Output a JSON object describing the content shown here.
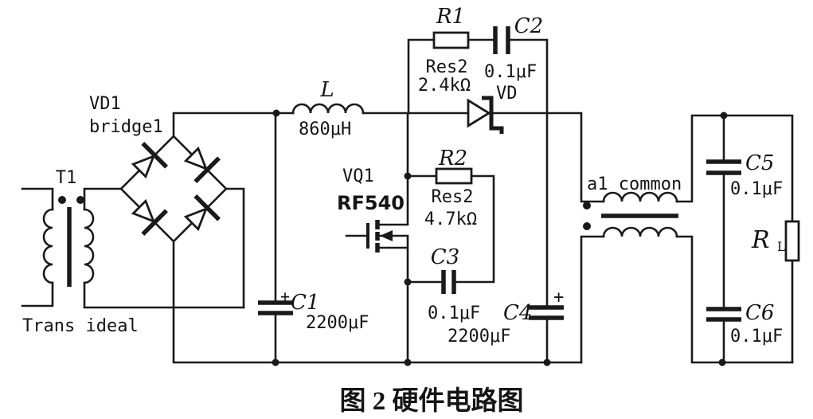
{
  "figure": {
    "caption": "图 2 硬件电路图"
  },
  "colors": {
    "ink": "#1a1a1a",
    "paper": "#ffffff"
  },
  "components": {
    "t1": {
      "ref": "T1",
      "model": "Trans ideal"
    },
    "vd1": {
      "ref": "VD1",
      "model": "bridge1"
    },
    "l": {
      "ref": "L",
      "value": "860μH"
    },
    "r1": {
      "ref": "R1",
      "model": "Res2",
      "value": "2.4kΩ"
    },
    "c2": {
      "ref": "C2",
      "value": "0.1μF"
    },
    "vd": {
      "ref": "VD"
    },
    "vq1": {
      "ref": "VQ1",
      "model": "RF540"
    },
    "r2": {
      "ref": "R2",
      "model": "Res2",
      "value": "4.7kΩ"
    },
    "c3": {
      "ref": "C3",
      "value": "0.1μF"
    },
    "c1": {
      "ref": "C1",
      "polarity": "+",
      "value": "2200μF"
    },
    "c4": {
      "ref": "C4",
      "polarity": "+",
      "value": "2200μF"
    },
    "choke": {
      "ref": "a1 common"
    },
    "c5": {
      "ref": "C5",
      "value": "0.1μF"
    },
    "c6": {
      "ref": "C6",
      "value": "0.1μF"
    },
    "rl": {
      "ref": "R",
      "sub": "L"
    }
  }
}
